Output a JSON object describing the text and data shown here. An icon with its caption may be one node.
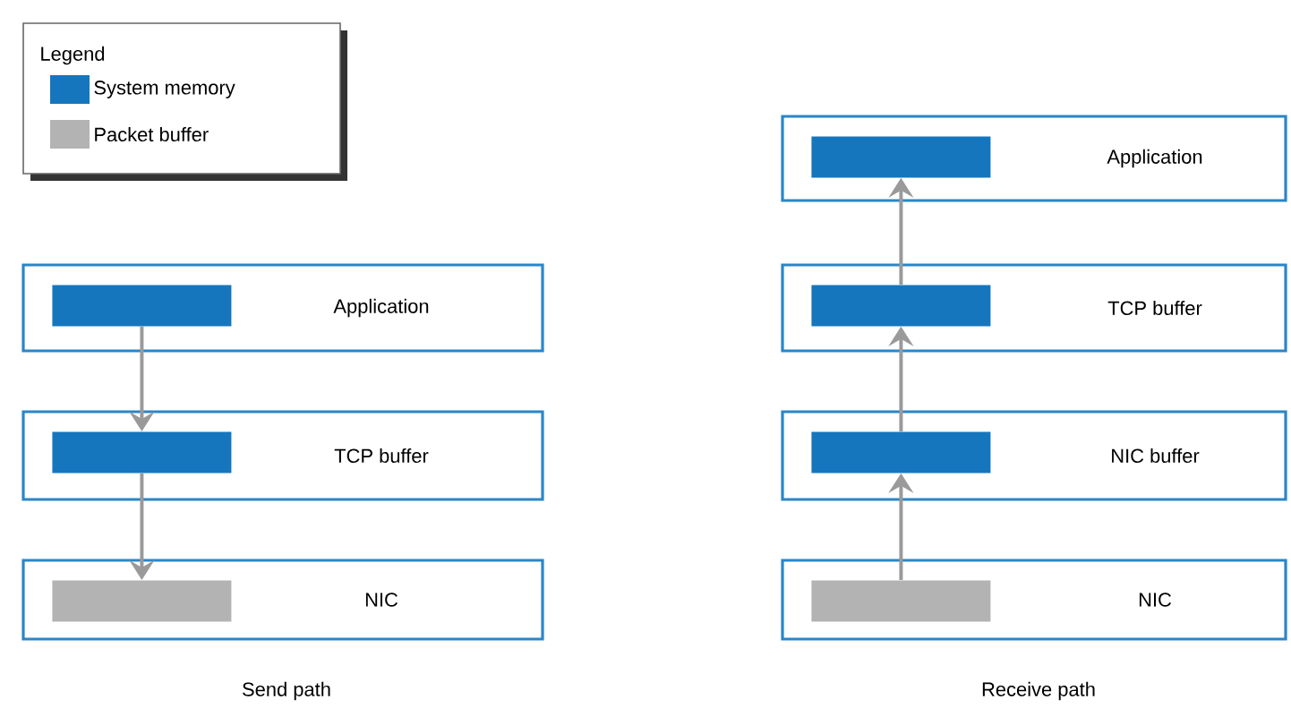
{
  "diagram": {
    "nodes": [
      {
        "text": [
          "Application"
        ]
      },
      {
        "text": [],
        "shape": "bar",
        "in": 0
      },
      {
        "text": [
          "TCP buffer"
        ]
      },
      {
        "text": [],
        "shape": "bar",
        "in": 2
      },
      {
        "text": [
          "NIC"
        ]
      },
      {
        "text": [],
        "shape": "bar",
        "in": 4
      },
      {
        "text": [
          "Application"
        ]
      },
      {
        "text": [],
        "shape": "bar",
        "in": 6
      },
      {
        "text": [
          "TCP buffer"
        ]
      },
      {
        "text": [],
        "shape": "bar",
        "in": 8
      },
      {
        "text": [
          "NIC buffer"
        ]
      },
      {
        "text": [],
        "shape": "bar",
        "in": 10
      },
      {
        "text": [
          "NIC"
        ]
      },
      {
        "text": [],
        "shape": "bar",
        "in": 12
      }
    ],
    "edges": [
      {
        "from": 1,
        "to": 3,
        "arrow": "to"
      },
      {
        "from": 3,
        "to": 5,
        "arrow": "to"
      },
      {
        "from": 13,
        "to": 11,
        "arrow": "to"
      },
      {
        "from": 11,
        "to": 9,
        "arrow": "to"
      },
      {
        "from": 9,
        "to": 7,
        "arrow": "to"
      }
    ],
    "labels": [
      "Legend",
      "Send path",
      "Receive path"
    ],
    "legend": [
      {
        "text": "System memory",
        "color": "#1576bd"
      },
      {
        "text": "Packet buffer",
        "color": "#b3b3b3"
      }
    ]
  }
}
